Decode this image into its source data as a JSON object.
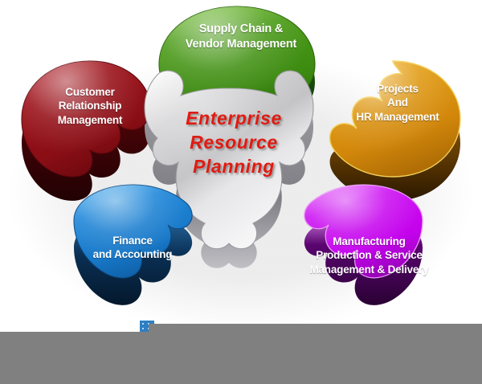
{
  "diagram": {
    "title": "Enterprise Resource Planning",
    "center": {
      "line1": "Enterprise",
      "line2": "Resource",
      "line3": "Planning",
      "text_color": "#E01B12",
      "fill_color": "#D9D9D9"
    },
    "pieces": [
      {
        "id": "supply-chain",
        "position": "top",
        "line1": "Supply Chain &",
        "line2": "Vendor Management",
        "line3": "",
        "color": "#3F8C12",
        "color_light": "#6CB32C",
        "color_dark": "#1F5406"
      },
      {
        "id": "crm",
        "position": "left",
        "line1": "Customer",
        "line2": "Relationship",
        "line3": "Management",
        "color": "#96101A",
        "color_light": "#C5242C",
        "color_dark": "#4E0409"
      },
      {
        "id": "projects-hr",
        "position": "right",
        "line1": "Projects",
        "line2": "And",
        "line3": "HR Management",
        "color": "#D9890C",
        "color_light": "#F0B52A",
        "color_dark": "#8A5403"
      },
      {
        "id": "finance",
        "position": "bottom-left",
        "line1": "Finance",
        "line2": "and Accounting",
        "line3": "",
        "color": "#1A7BCC",
        "color_light": "#42A5EE",
        "color_dark": "#084176"
      },
      {
        "id": "manufacturing",
        "position": "bottom-right",
        "line1": "Manufacturing",
        "line2": "Production & Service",
        "line3": "Management & Delivery",
        "color": "#C703EE",
        "color_light": "#E259F7",
        "color_dark": "#6A027E"
      }
    ],
    "overlay": {
      "bar_color": "#808080"
    }
  }
}
